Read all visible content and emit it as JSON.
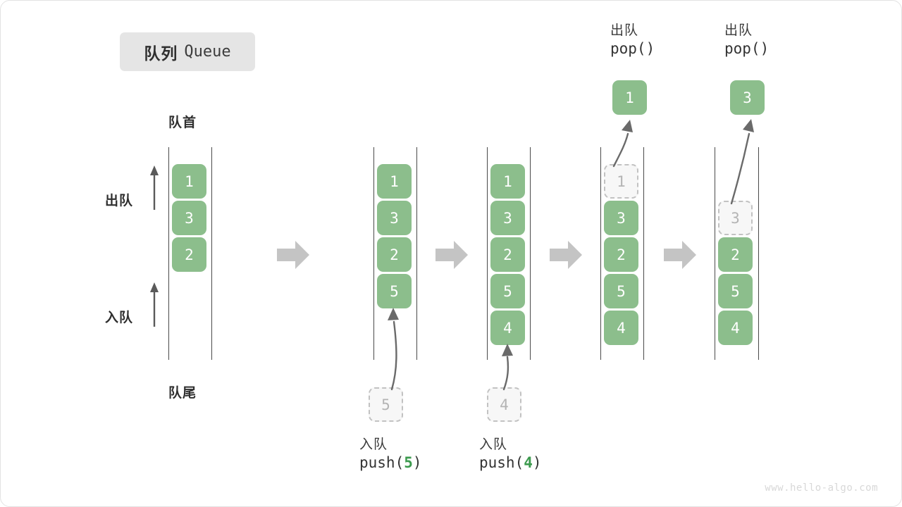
{
  "title": {
    "cn": "队列",
    "en": "Queue"
  },
  "labels": {
    "head": "队首",
    "tail": "队尾",
    "dequeue": "出队",
    "enqueue": "入队"
  },
  "colors": {
    "cell_fill": "#8cbe8c",
    "cell_text": "#ffffff",
    "ghost_fill": "#f7f7f7",
    "ghost_border": "#c2c2c2",
    "ghost_text": "#b4b4b4",
    "rail": "#4a4a4a",
    "step_arrow": "#c4c4c4",
    "accent_green": "#3c9a4e",
    "badge_bg": "#e5e5e5",
    "watermark": "#d8d8d8"
  },
  "stages": [
    {
      "id": "initial",
      "cells": [
        "1",
        "3",
        "2"
      ],
      "op_cn": "",
      "op_code": "",
      "ghost": null,
      "popped": null
    },
    {
      "id": "push-5",
      "cells": [
        "1",
        "3",
        "2",
        "5"
      ],
      "op_cn": "入队",
      "op_code_prefix": "push(",
      "op_code_arg": "5",
      "op_code_suffix": ")",
      "ghost": "5",
      "popped": null
    },
    {
      "id": "push-4",
      "cells": [
        "1",
        "3",
        "2",
        "5",
        "4"
      ],
      "op_cn": "入队",
      "op_code_prefix": "push(",
      "op_code_arg": "4",
      "op_code_suffix": ")",
      "ghost": "4",
      "popped": null
    },
    {
      "id": "pop-1",
      "cells": [
        "3",
        "2",
        "5",
        "4"
      ],
      "op_cn": "出队",
      "op_code_prefix": "pop(",
      "op_code_arg": "",
      "op_code_suffix": ")",
      "ghost": "1",
      "popped": "1"
    },
    {
      "id": "pop-3",
      "cells": [
        "2",
        "5",
        "4"
      ],
      "op_cn": "出队",
      "op_code_prefix": "pop(",
      "op_code_arg": "",
      "op_code_suffix": ")",
      "ghost": "3",
      "popped": "3"
    }
  ],
  "watermark": "www.hello-algo.com"
}
